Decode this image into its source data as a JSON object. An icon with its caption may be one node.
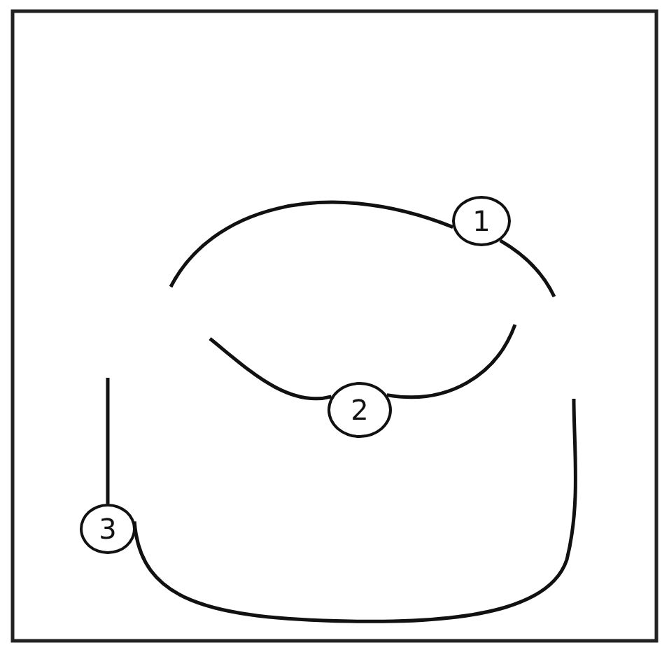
{
  "diagram": {
    "nodes": [
      {
        "text": [
          "1"
        ]
      },
      {
        "text": [
          "2"
        ]
      },
      {
        "text": [
          "3"
        ]
      }
    ],
    "edges": [
      {
        "from": null,
        "to": 0,
        "arrow": "none"
      },
      {
        "from": 0,
        "to": null,
        "arrow": "none"
      },
      {
        "from": null,
        "to": 1,
        "arrow": "none"
      },
      {
        "from": 1,
        "to": null,
        "arrow": "none"
      },
      {
        "from": null,
        "to": 2,
        "arrow": "none"
      },
      {
        "from": 2,
        "to": null,
        "arrow": "none"
      }
    ]
  }
}
